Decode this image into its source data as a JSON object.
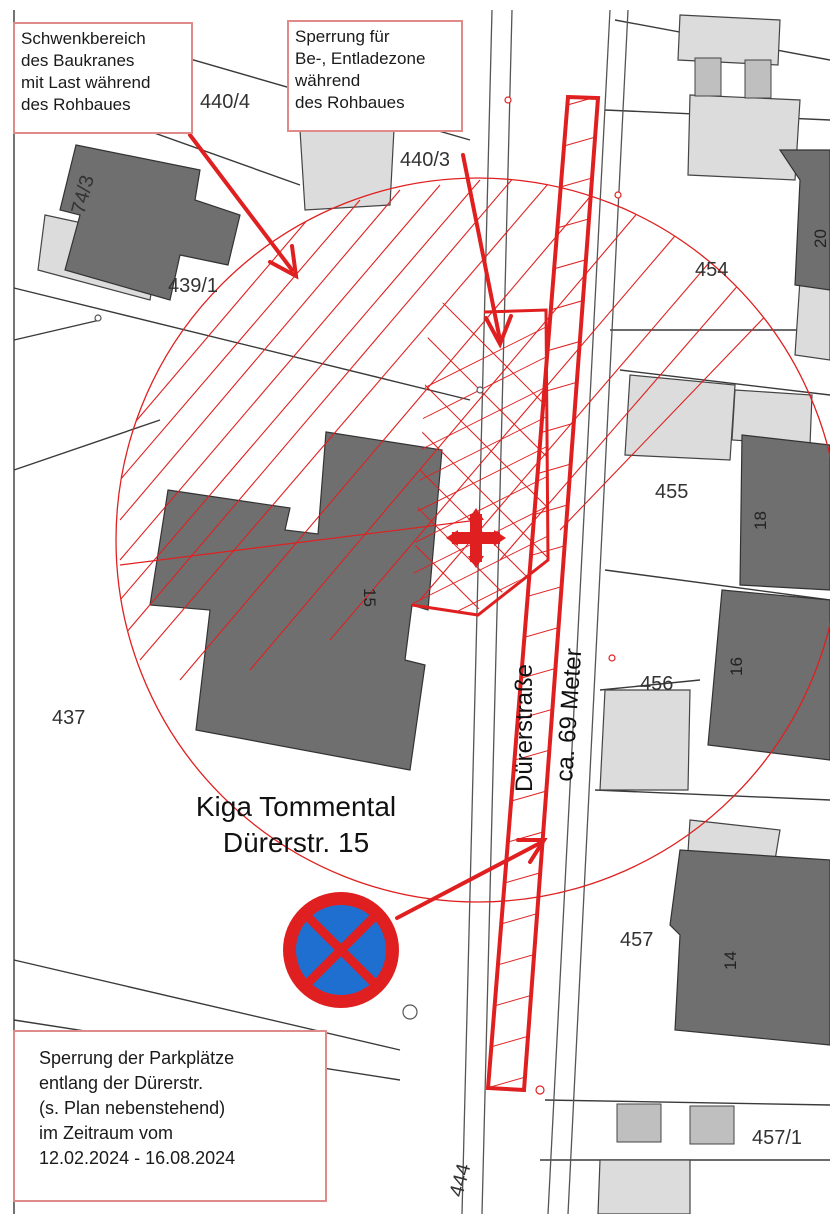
{
  "colors": {
    "building": "#6f6f6f",
    "building_light": "#d9d9d9",
    "line": "#3a3a3a",
    "accent": "#e02020",
    "sign_blue": "#1f6fd0"
  },
  "callouts": {
    "swing": [
      "Schwenkbereich",
      "des Baukranes",
      "mit Last während",
      "des Rohbaues"
    ],
    "loading": [
      "Sperrung für",
      "Be-, Entladezone",
      "während",
      "des Rohbaues"
    ],
    "parking": [
      "Sperrung der Parkplätze",
      "entlang der Dürerstr.",
      "(s. Plan nebenstehend)",
      "im Zeitraum vom",
      "12.02.2024 - 16.08.2024"
    ]
  },
  "parcels": {
    "p440_4": "440/4",
    "p440_3": "440/3",
    "p74_3": "74/3",
    "p439_1": "439/1",
    "p454": "454",
    "p455": "455",
    "p456": "456",
    "p457": "457",
    "p457_1": "457/1",
    "p437": "437",
    "p444": "444"
  },
  "house_numbers": {
    "h15": "15",
    "h18": "18",
    "h16": "16",
    "h14": "14",
    "h20": "20"
  },
  "labels": {
    "street": "Dürerstraße",
    "length": "ca. 69 Meter",
    "kiga_name": "Kiga Tommental",
    "kiga_address": "Dürerstr. 15"
  },
  "icons": {
    "crane": "crane-position-icon",
    "no_stopping": "no-stopping-sign-icon"
  }
}
